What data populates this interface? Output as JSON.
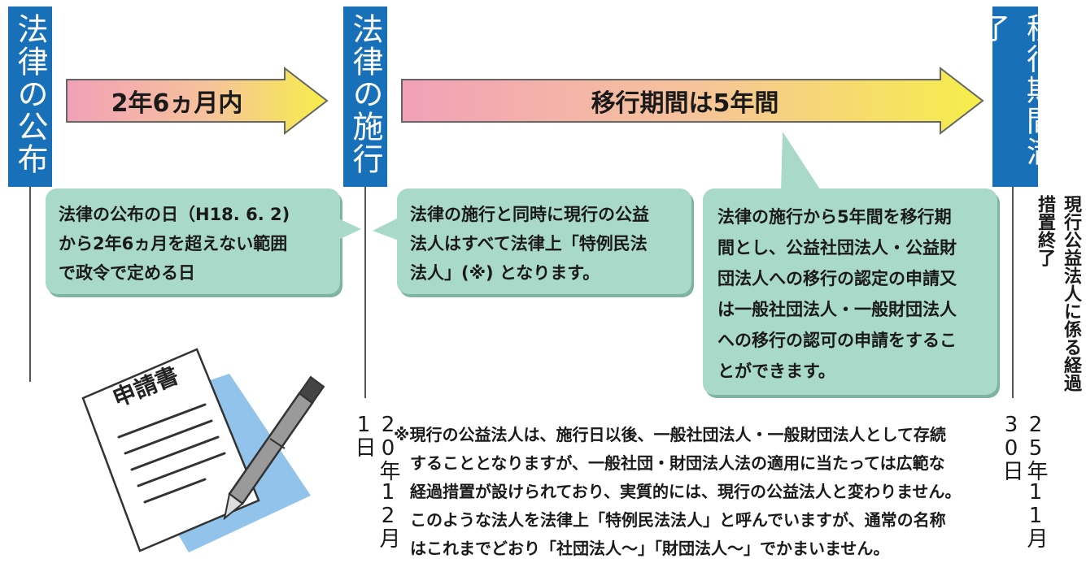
{
  "timeline": {
    "markers": [
      {
        "label": "法律の公布"
      },
      {
        "label": "法律の施行"
      },
      {
        "label": "移行期間満了"
      }
    ],
    "arrows": [
      {
        "label": "2年6ヵ月内"
      },
      {
        "label": "移行期間は5年間"
      }
    ],
    "dates": {
      "enforcement": "20年12月1日",
      "expiry": "25年11月30日"
    },
    "end_note": "現行公益法人に係る経過措置終了"
  },
  "callouts": {
    "promulgation": {
      "lines": [
        "法律の公布の日（H18. 6. 2)",
        "から2年6ヵ月を超えない範囲",
        "で政令で定める日"
      ]
    },
    "enforcement": {
      "lines": [
        "法律の施行と同時に現行の公益",
        "法人はすべて法律上「特例民法",
        "法人」(※) となります。"
      ]
    },
    "transition": {
      "lines": [
        "法律の施行から5年間を移行期",
        "間とし、公益社団法人・公益財",
        "団法人への移行の認定の申請又",
        "は一般社団法人・一般財団法人",
        "への移行の認可の申請をするこ",
        "とができます。"
      ]
    }
  },
  "footnote": {
    "lines": [
      "※現行の公益法人は、施行日以後、一般社団法人・一般財団法人として存続",
      "することとなりますが、一般社団・財団法人法の適用に当たっては広範な",
      "経過措置が設けられており、実質的には、現行の公益法人と変わりません。",
      "このような法人を法律上「特例民法法人」と呼んでいますが、通常の名称",
      "はこれまでどおり「社団法人～」「財団法人～」でかまいません。"
    ]
  },
  "illustration": {
    "document_title": "申請書",
    "icons": [
      "document-icon",
      "pen-icon"
    ]
  },
  "colors": {
    "marker_blue": "#1870b8",
    "callout_green": "#a9d9c8",
    "arrow_start": "#f2a0b8",
    "arrow_end": "#f6ee4a"
  }
}
